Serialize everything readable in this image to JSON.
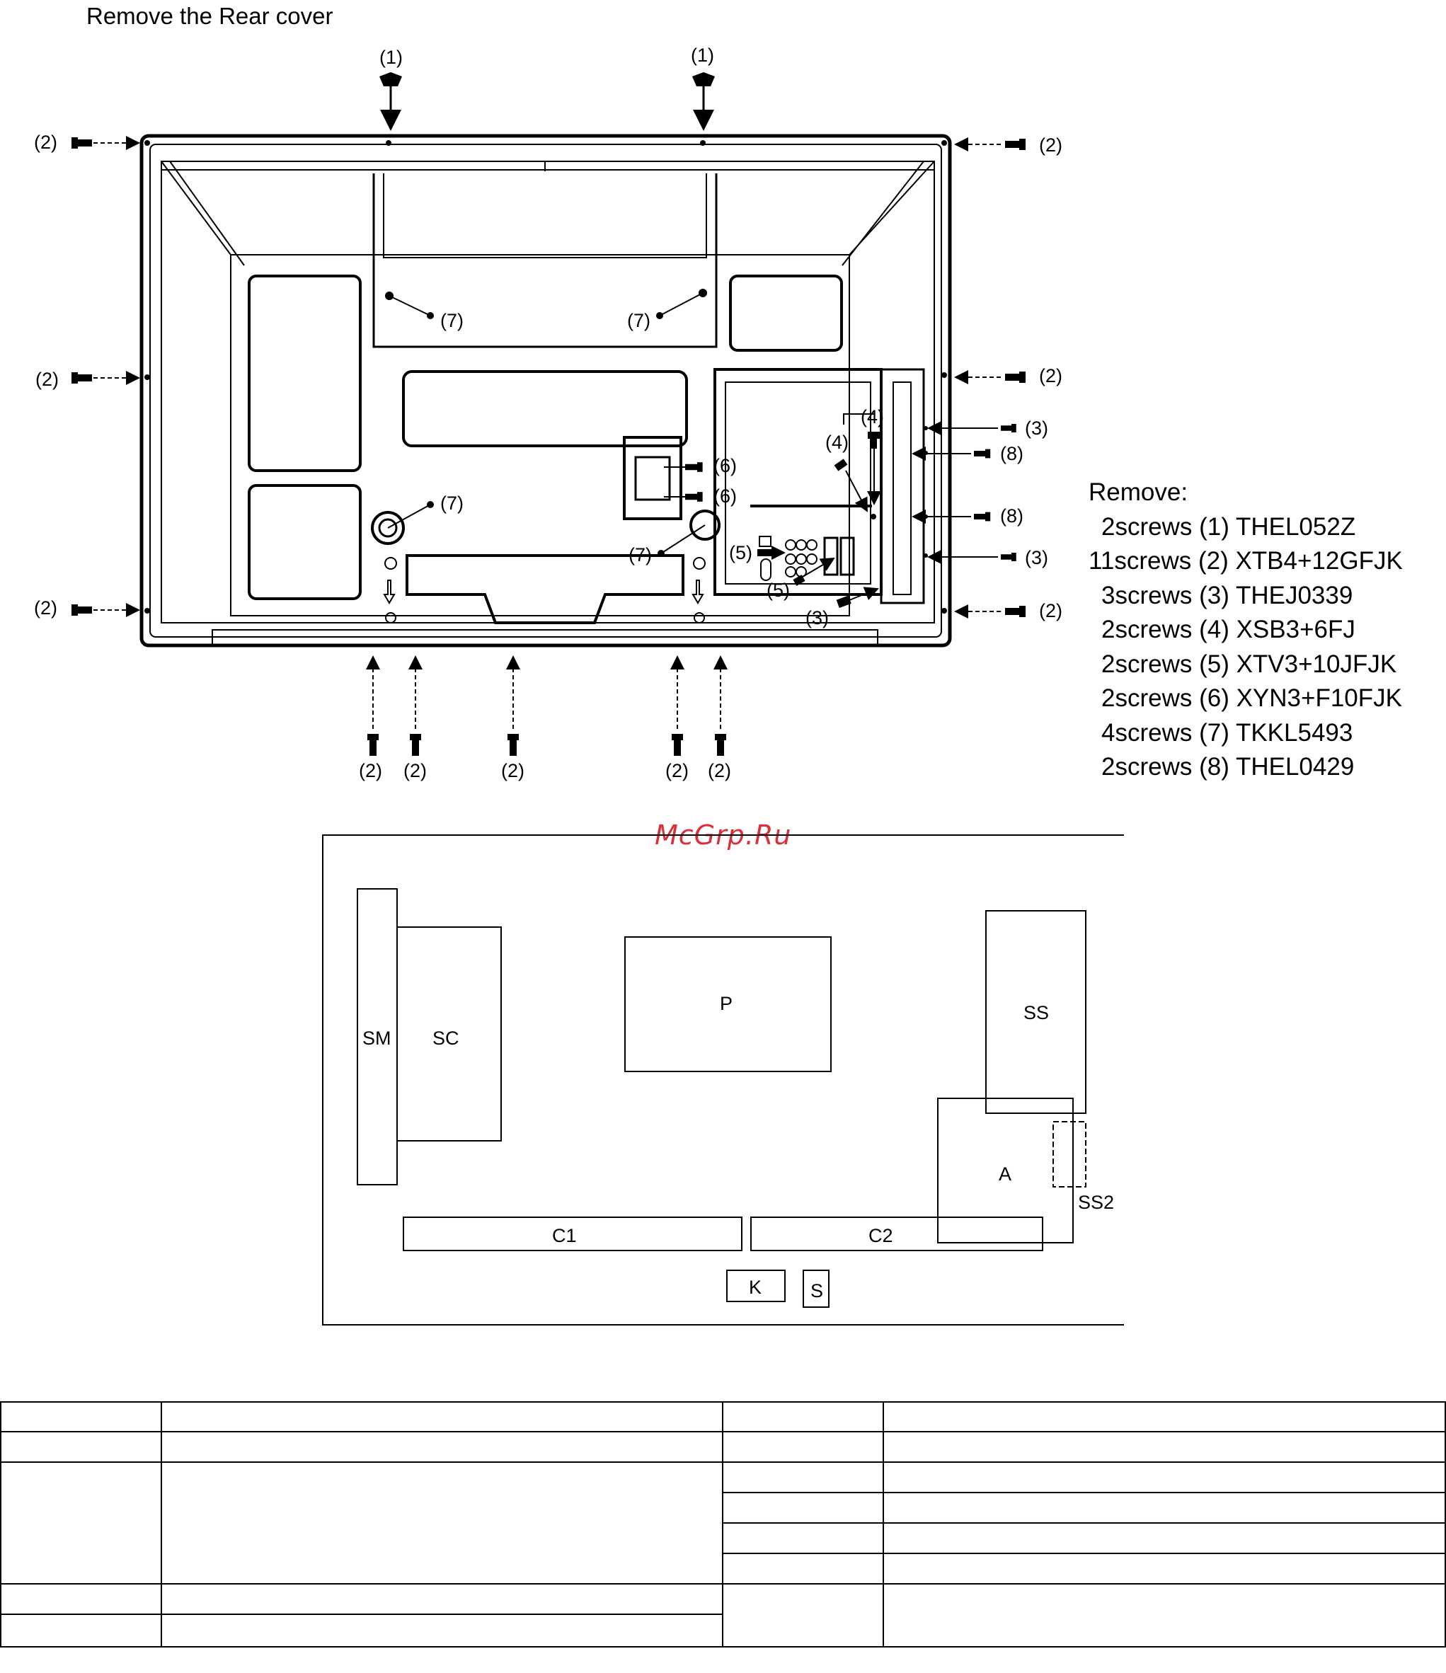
{
  "heading": "Remove the Rear cover",
  "callouts": {
    "c1": "(1)",
    "c2": "(2)",
    "c3": "(3)",
    "c4": "(4)",
    "c5": "(5)",
    "c6": "(6)",
    "c7": "(7)",
    "c8": "(8)"
  },
  "legend": {
    "title": "Remove:",
    "rows": [
      "2screws (1) THEL052Z",
      "11screws (2) XTB4+12GFJK",
      "3screws (3) THEJ0339",
      "2screws (4) XSB3+6FJ",
      "2screws (5) XTV3+10JFJK",
      "2screws (6) XYN3+F10FJK",
      "4screws (7) TKKL5493",
      "2screws (8) THEL0429"
    ]
  },
  "watermark": "McGrp.Ru",
  "boards": {
    "sm": "SM",
    "sc": "SC",
    "p": "P",
    "ss": "SS",
    "a": "A",
    "ss2": "SS2",
    "c1": "C1",
    "c2": "C2",
    "k": "K",
    "s": "S"
  }
}
